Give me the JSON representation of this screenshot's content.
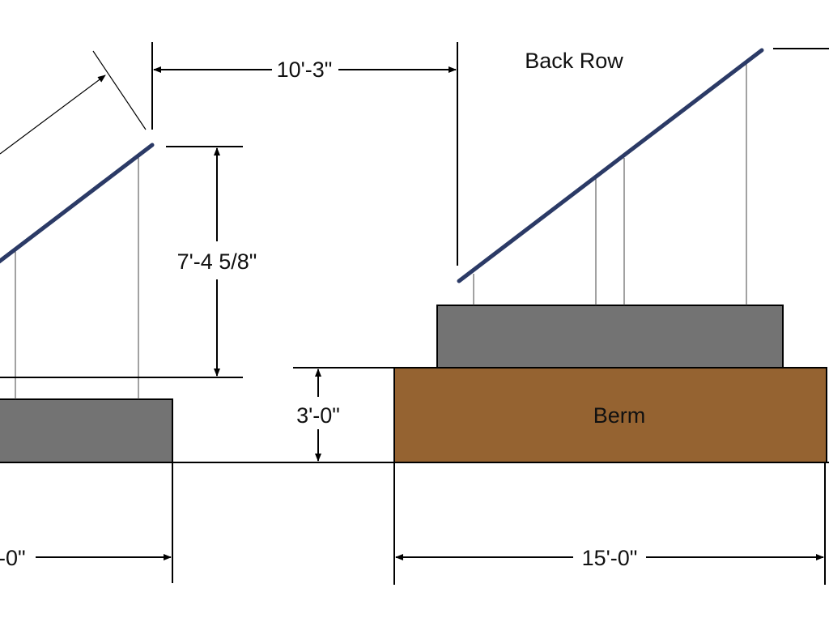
{
  "labels": {
    "back_row": "Back Row",
    "berm": "Berm",
    "row_spacing": "10'-3\"",
    "panel_height": "7'-4 5/8\"",
    "berm_height": "3'-0\"",
    "left_width": "-0\"",
    "berm_width": "15'-0\""
  },
  "colors": {
    "panel": "#2b3a66",
    "block": "#737373",
    "berm": "#956331",
    "line": "#000000"
  }
}
